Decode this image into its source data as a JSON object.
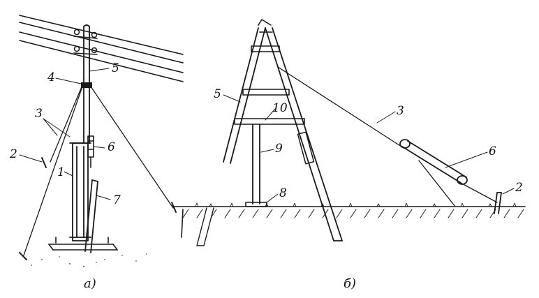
{
  "figure": {
    "panel_a": {
      "caption": "а)",
      "labels": {
        "l1": "1",
        "l2": "2",
        "l3": "3",
        "l4": "4",
        "l5": "5",
        "l6": "6",
        "l7": "7"
      }
    },
    "panel_b": {
      "caption": "б)",
      "labels": {
        "l2": "2",
        "l3": "3",
        "l5": "5",
        "l6": "6",
        "l8": "8",
        "l9": "9",
        "l10": "10"
      }
    },
    "colors": {
      "ink": "#1a1a1a",
      "paper": "#ffffff"
    }
  }
}
